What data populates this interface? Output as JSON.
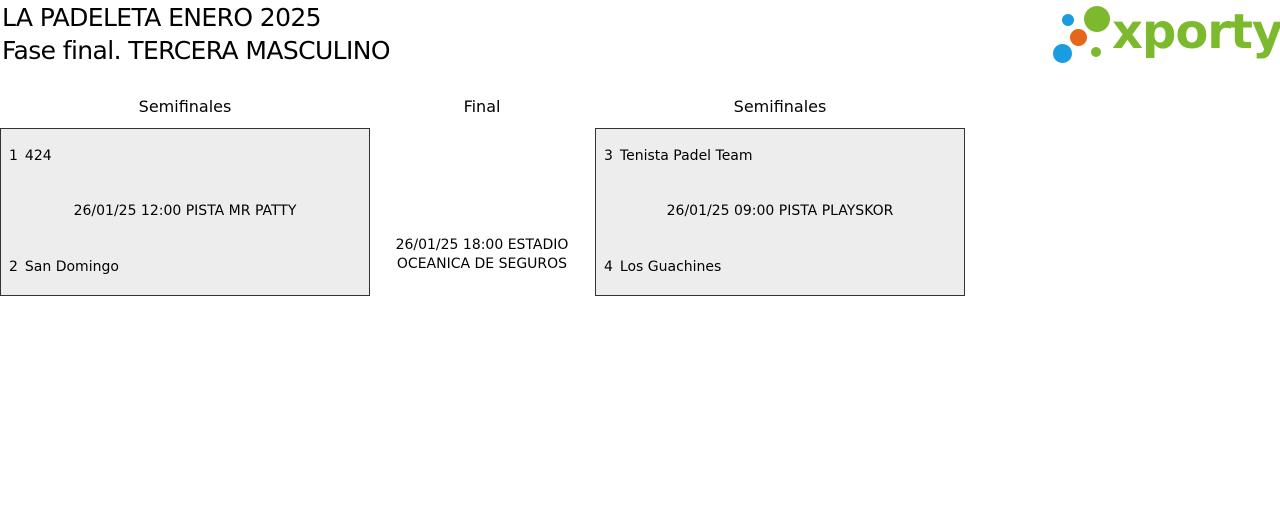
{
  "header": {
    "title": "LA PADELETA ENERO 2025",
    "subtitle": "Fase final. TERCERA MASCULINO"
  },
  "logo": {
    "text": "xporty",
    "colors": {
      "green": "#7db92c",
      "blue": "#1a9de0",
      "orange": "#e5671b"
    }
  },
  "columns": {
    "left": "Semifinales",
    "center": "Final",
    "right": "Semifinales"
  },
  "matches": [
    {
      "team1": {
        "seed": "1",
        "name": "424"
      },
      "schedule": "26/01/25 12:00 PISTA MR PATTY",
      "team2": {
        "seed": "2",
        "name": "San Domingo"
      }
    },
    {
      "team1": {
        "seed": "3",
        "name": "Tenista Padel Team"
      },
      "schedule": "26/01/25 09:00 PISTA PLAYSKOR",
      "team2": {
        "seed": "4",
        "name": "Los Guachines"
      }
    }
  ],
  "final": {
    "schedule": "26/01/25 18:00 ESTADIO OCEANICA DE SEGUROS"
  }
}
